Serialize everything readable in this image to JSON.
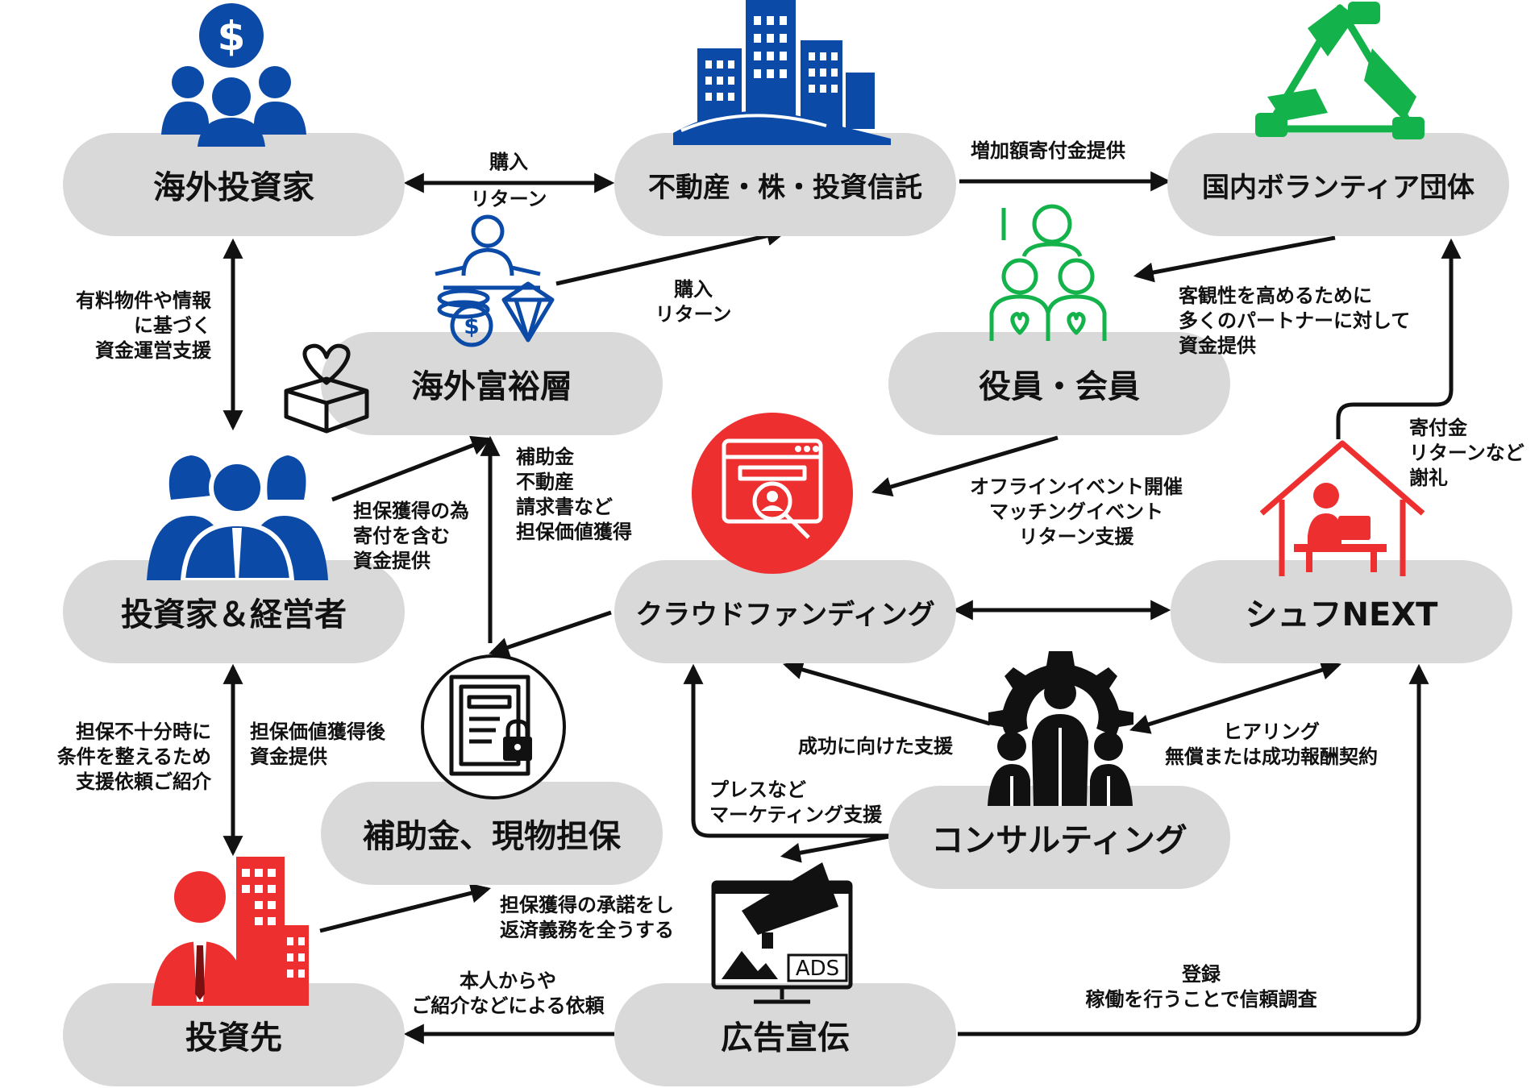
{
  "nodes": {
    "overseas_investor": "海外投資家",
    "real_estate": "不動産・株・投資信託",
    "volunteer_org": "国内ボランティア団体",
    "wealthy": "海外富裕層",
    "officers": "役員・会員",
    "investor_manager": "投資家＆経営者",
    "crowdfunding": "クラウドファンディング",
    "shufu_next": "シュフNEXT",
    "subsidy": "補助金、現物担保",
    "consulting": "コンサルティング",
    "investee": "投資先",
    "advertising": "広告宣伝"
  },
  "labels": {
    "buy1": "購入",
    "return1": "リターン",
    "donation_increase": "増加額寄付金提供",
    "paid_property": "有料物件や情報\nに基づく\n資金運営支援",
    "buy_return2": "購入\nリターン",
    "objectivity": "客観性を高めるために\n多くのパートナーに対して\n資金提供",
    "donation_return": "寄付金\nリターンなど\n謝礼",
    "collateral_donation": "担保獲得の為\n寄付を含む\n資金提供",
    "subsidy_items": "補助金\n不動産\n請求書など\n担保価値獲得",
    "offline_event": "オフラインイベント開催\nマッチングイベント\nリターン支援",
    "insufficient_collateral": "担保不十分時に\n条件を整えるため\n支援依頼ご紹介",
    "after_collateral": "担保価値獲得後\n資金提供",
    "success_support": "成功に向けた支援",
    "hearing": "ヒアリング\n無償または成功報酬契約",
    "press_marketing": "プレスなど\nマーケティング支援",
    "collateral_consent": "担保獲得の承諾をし\n返済義務を全うする",
    "self_referral": "本人からや\nご紹介などによる依頼",
    "registration": "登録\n稼働を行うことで信頼調査",
    "ads_text": "ADS"
  },
  "colors": {
    "blue": "#0b4aa6",
    "green": "#14b24a",
    "red": "#ee2f2f",
    "black": "#111111",
    "pill": "#d9d9d9"
  },
  "icons": [
    "investor-group-icon",
    "skyscraper-icon",
    "hands-triangle-icon",
    "meditating-wealth-icon",
    "charity-box-icon",
    "family-icon",
    "crowdfunding-web-icon",
    "business-team-icon",
    "home-office-icon",
    "document-lock-icon",
    "consulting-gear-icon",
    "businessman-building-icon",
    "megaphone-ads-icon"
  ]
}
